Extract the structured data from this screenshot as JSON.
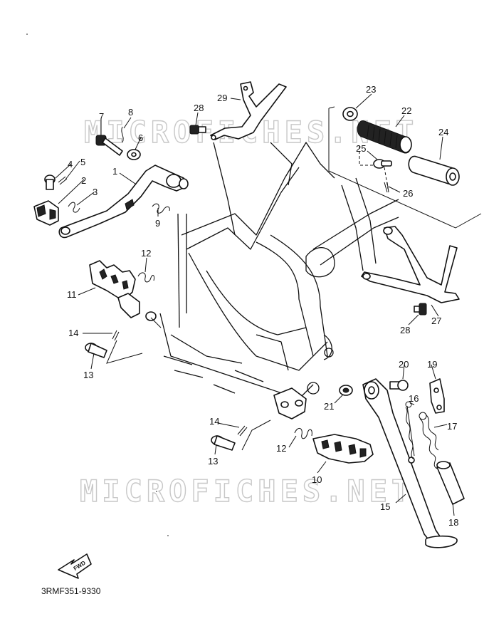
{
  "watermark": "MICROFICHES.NET",
  "diagram_code": "3RMF351-9330",
  "fwd_label": "FWD",
  "callouts": {
    "c1": "1",
    "c2": "2",
    "c3": "3",
    "c4": "4",
    "c5": "5",
    "c6": "6",
    "c7": "7",
    "c8": "8",
    "c9": "9",
    "c10a": "10",
    "c11": "11",
    "c12a": "12",
    "c12b": "12",
    "c13a": "13",
    "c13b": "13",
    "c14a": "14",
    "c14b": "14",
    "c15": "15",
    "c16": "16",
    "c17": "17",
    "c18": "18",
    "c19": "19",
    "c20": "20",
    "c21": "21",
    "c22": "22",
    "c23": "23",
    "c24": "24",
    "c25": "25",
    "c26": "26",
    "c27": "27",
    "c28a": "28",
    "c28b": "28",
    "c29": "29"
  }
}
